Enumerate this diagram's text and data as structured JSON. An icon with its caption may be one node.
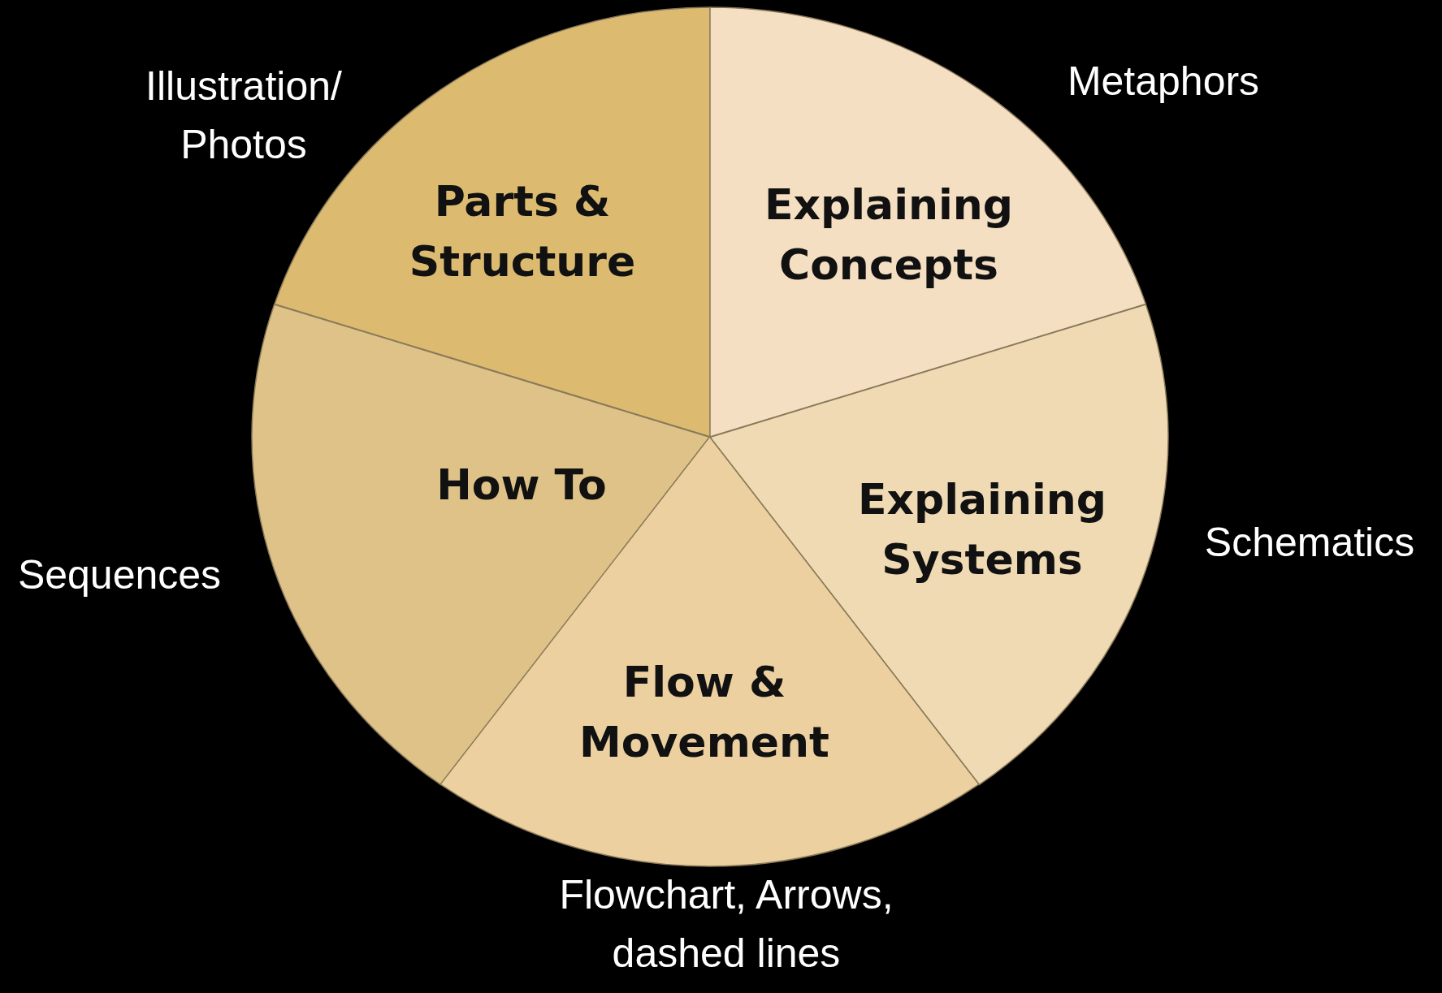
{
  "diagram": {
    "nodes": [
      {
        "text": [
          "Parts & Structure"
        ],
        "beside": [
          "Illustration/ Photos"
        ]
      },
      {
        "text": [
          "Explaining Concepts"
        ],
        "beside": [
          "Metaphors"
        ]
      },
      {
        "text": [
          "How To"
        ],
        "beside": [
          "Sequences"
        ]
      },
      {
        "text": [
          "Explaining Systems"
        ],
        "beside": [
          "Schematics"
        ]
      },
      {
        "text": [
          "Flow & Movement"
        ],
        "beside": [
          "Flowchart, Arrows, dashed lines"
        ]
      }
    ]
  }
}
